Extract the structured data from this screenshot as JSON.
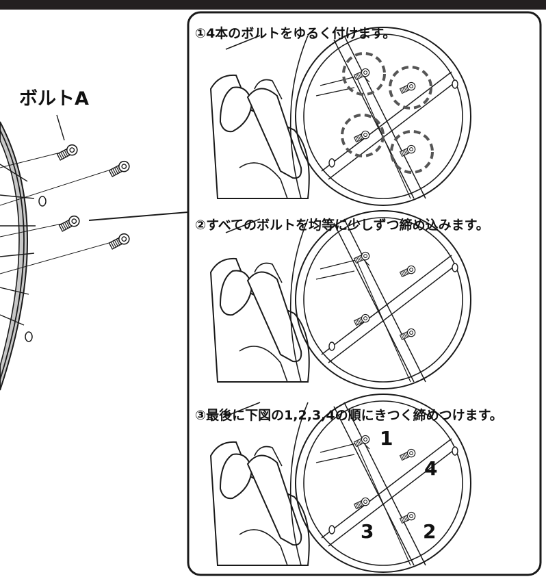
{
  "colors": {
    "bar": "#231f20",
    "line": "#1a1a1a",
    "fill": "#c8c8c8",
    "paper": "#ffffff"
  },
  "labels": {
    "bolt": "ボルトA",
    "step1": "①4本のボルトをゆるく付けます。",
    "step2": "②すべてのボルトを均等に少しずつ締め込みます。",
    "step3": "③最後に下図の1,2,3,4の順にきつく締めつけます。"
  },
  "order_numbers": {
    "n1": "1",
    "n2": "2",
    "n3": "3",
    "n4": "4"
  }
}
